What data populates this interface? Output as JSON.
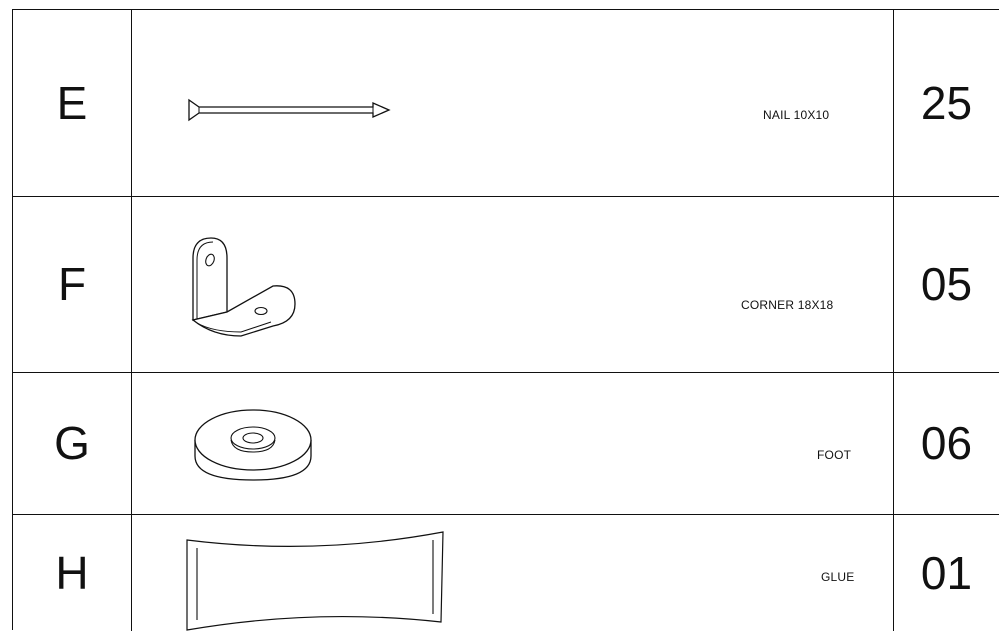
{
  "parts": [
    {
      "letter": "E",
      "name": "NAIL 10X10",
      "quantity": "25",
      "icon": "nail-icon"
    },
    {
      "letter": "F",
      "name": "CORNER 18X18",
      "quantity": "05",
      "icon": "corner-bracket-icon"
    },
    {
      "letter": "G",
      "name": "FOOT",
      "quantity": "06",
      "icon": "foot-pad-icon"
    },
    {
      "letter": "H",
      "name": "GLUE",
      "quantity": "01",
      "icon": "glue-packet-icon"
    }
  ]
}
